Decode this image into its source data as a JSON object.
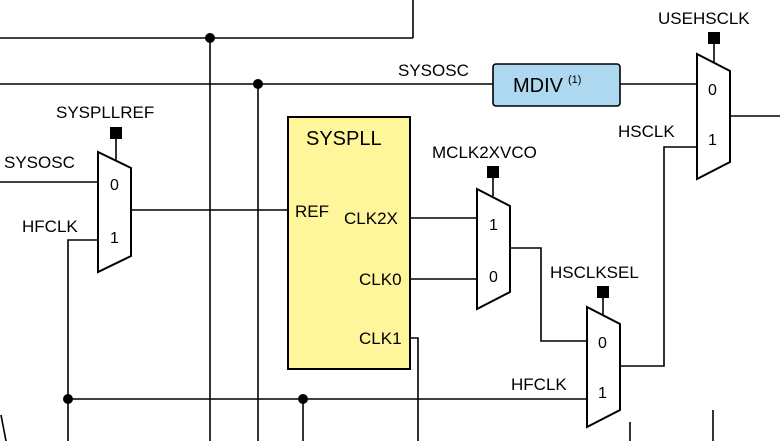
{
  "colors": {
    "syspll_fill": "#fff59a",
    "mdiv_fill": "#add8f0",
    "wire": "#000000"
  },
  "signals": {
    "sysosc_top": "SYSOSC",
    "sysosc_left": "SYSOSC",
    "hfclk_left": "HFCLK",
    "hfclk_bottom": "HFCLK",
    "hsclk": "HSCLK"
  },
  "controls": {
    "syspllref": "SYSPLLREF",
    "mclk2xvco": "MCLK2XVCO",
    "hsclksel": "HSCLKSEL",
    "usehsclk": "USEHSCLK"
  },
  "blocks": {
    "syspll": {
      "title": "SYSPLL",
      "pin_ref": "REF",
      "pin_clk2x": "CLK2X",
      "pin_clk0": "CLK0",
      "pin_clk1": "CLK1"
    },
    "mdiv": {
      "label": "MDIV",
      "footnote": "(1)"
    }
  },
  "mux_inputs": {
    "syspllref_mux": [
      "0",
      "1"
    ],
    "mclk2xvco_mux": [
      "1",
      "0"
    ],
    "hsclksel_mux": [
      "0",
      "1"
    ],
    "usehsclk_mux": [
      "0",
      "1"
    ]
  }
}
